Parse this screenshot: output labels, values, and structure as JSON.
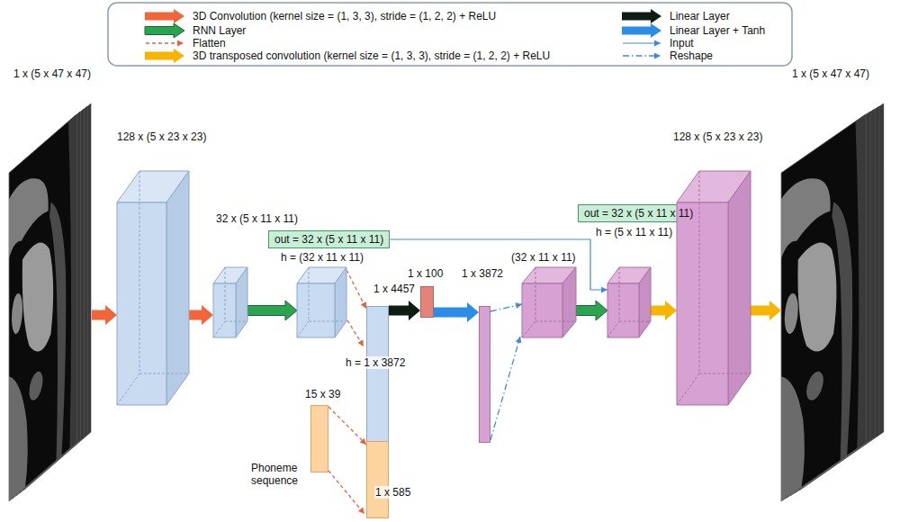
{
  "diagram": {
    "nodes": [
      {
        "text": [
          "1 x (5 x 47 x 47)"
        ]
      },
      {
        "text": [
          "128 x (5 x 23 x 23)"
        ]
      },
      {
        "text": [
          "32 x (5 x 11 x 11)"
        ]
      },
      {
        "text": [
          "out = 32 x (5 x 11 x 11)"
        ]
      },
      {
        "text": [
          "h = (32 x 11 x 11)"
        ]
      },
      {
        "text": [
          "1 x 4457",
          "h = 1 x 3872",
          "1 x 585"
        ]
      },
      {
        "text": [
          "15 x 39",
          "Phoneme sequence"
        ]
      },
      {
        "text": [
          "1 x 100"
        ]
      },
      {
        "text": [
          "1 x 3872"
        ]
      },
      {
        "text": [
          "(32 x 11 x 11)"
        ]
      },
      {
        "text": [
          "out = 32 x (5 x 11 x 11)"
        ]
      },
      {
        "text": [
          "h = (5 x 11 x 11)"
        ]
      },
      {
        "text": [
          "128 x (5 x 23 x 23)"
        ]
      },
      {
        "text": [
          "1 x (5 x 47 x 47)"
        ]
      }
    ],
    "edges": [
      {
        "from": 0,
        "to": 1,
        "arrow": "to"
      },
      {
        "from": 1,
        "to": 2,
        "arrow": "to"
      },
      {
        "from": 2,
        "to": 4,
        "arrow": "to"
      },
      {
        "from": 4,
        "to": 5,
        "arrow": "to"
      },
      {
        "from": 6,
        "to": 5,
        "arrow": "to"
      },
      {
        "from": 5,
        "to": 7,
        "arrow": "to"
      },
      {
        "from": 7,
        "to": 8,
        "arrow": "to"
      },
      {
        "from": 8,
        "to": 9,
        "arrow": "to"
      },
      {
        "from": 9,
        "to": 11,
        "arrow": "to"
      },
      {
        "from": 3,
        "to": 11,
        "arrow": "to"
      },
      {
        "from": 11,
        "to": 12,
        "arrow": "to"
      },
      {
        "from": 12,
        "to": 13,
        "arrow": "to"
      }
    ],
    "legend": [
      {
        "text": "3D Convolution (kernel size = (1, 3, 3), stride = (1, 2, 2) + ReLU",
        "color": "#f26539"
      },
      {
        "text": "RNN Layer",
        "color": "#2aa44f"
      },
      {
        "text": "Flatten"
      },
      {
        "text": "3D transposed convolution (kernel size = (1, 3, 3), stride = (1, 2, 2) + ReLU",
        "color": "#f7b500"
      },
      {
        "text": "Linear Layer",
        "color": "#0e1d12"
      },
      {
        "text": "Linear Layer + Tanh",
        "color": "#2b8de6"
      },
      {
        "text": "Input"
      },
      {
        "text": "Reshape"
      }
    ]
  }
}
